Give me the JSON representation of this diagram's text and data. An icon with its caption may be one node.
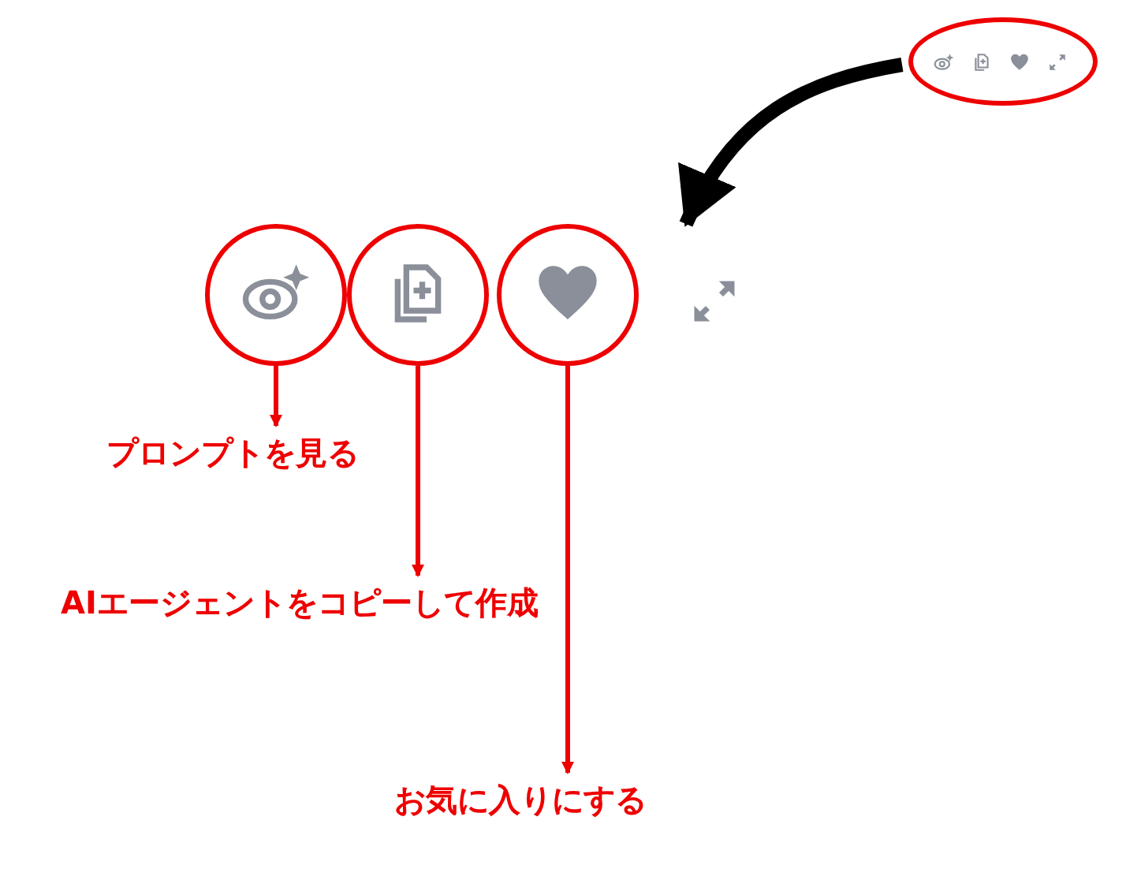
{
  "diagram": {
    "nodes": [
      {
        "text": [],
        "shape": "ellipse"
      },
      {
        "text": [],
        "shape": "circle"
      },
      {
        "text": [],
        "shape": "circle"
      },
      {
        "text": [],
        "shape": "circle"
      },
      {
        "text": [
          "プロンプトを見る"
        ]
      },
      {
        "text": [
          "AIエージェントをコピーして作成"
        ]
      },
      {
        "text": [
          "お気に入りにする"
        ]
      }
    ],
    "edges": [
      {
        "from": 0,
        "to": 3,
        "arrow": "to",
        "style": "thick",
        "color": "#000000"
      },
      {
        "from": 1,
        "to": 4,
        "arrow": "to"
      },
      {
        "from": 2,
        "to": 5,
        "arrow": "to"
      },
      {
        "from": 3,
        "to": 6,
        "arrow": "to"
      }
    ]
  }
}
